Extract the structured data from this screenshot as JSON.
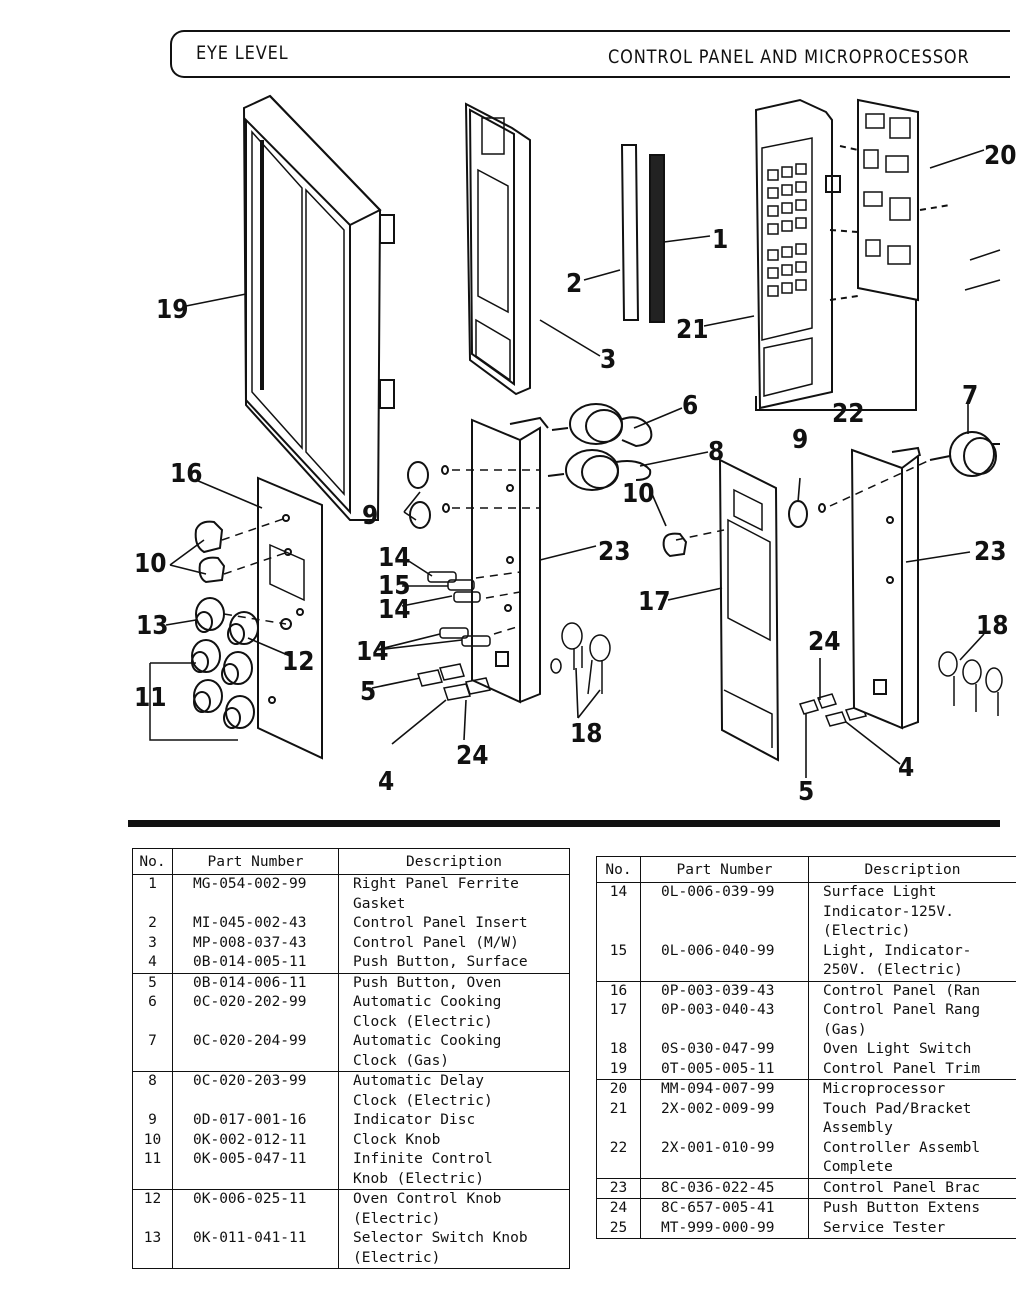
{
  "header": {
    "left": "EYE LEVEL",
    "right": "CONTROL PANEL AND MICROPROCESSOR"
  },
  "callouts": {
    "c1": "1",
    "c2": "2",
    "c3": "3",
    "c4a": "4",
    "c4b": "4",
    "c5a": "5",
    "c5b": "5",
    "c6": "6",
    "c7": "7",
    "c8": "8",
    "c9a": "9",
    "c9b": "9",
    "c10a": "10",
    "c10b": "10",
    "c11": "11",
    "c12": "12",
    "c13": "13",
    "c14a": "14",
    "c14b": "14",
    "c14c": "14",
    "c15": "15",
    "c16": "16",
    "c17": "17",
    "c18a": "18",
    "c18b": "18",
    "c19": "19",
    "c20": "20",
    "c21": "21",
    "c22": "22",
    "c23a": "23",
    "c23b": "23",
    "c24a": "24",
    "c24b": "24"
  },
  "table": {
    "headers": {
      "no": "No.",
      "part": "Part Number",
      "desc": "Description"
    },
    "left": [
      {
        "no": "1",
        "part": "MG-054-002-99",
        "desc": [
          "Right Panel Ferrite",
          "Gasket"
        ]
      },
      {
        "no": "2",
        "part": "MI-045-002-43",
        "desc": [
          "Control Panel Insert"
        ]
      },
      {
        "no": "3",
        "part": "MP-008-037-43",
        "desc": [
          "Control Panel (M/W)"
        ]
      },
      {
        "no": "4",
        "part": "0B-014-005-11",
        "desc": [
          "Push Button, Surface"
        ]
      },
      {
        "no": "5",
        "part": "0B-014-006-11",
        "desc": [
          "Push Button, Oven"
        ]
      },
      {
        "no": "6",
        "part": "0C-020-202-99",
        "desc": [
          "Automatic Cooking",
          "Clock (Electric)"
        ]
      },
      {
        "no": "7",
        "part": "0C-020-204-99",
        "desc": [
          "Automatic Cooking",
          "Clock (Gas)"
        ]
      },
      {
        "no": "8",
        "part": "0C-020-203-99",
        "desc": [
          "Automatic Delay",
          "Clock (Electric)"
        ]
      },
      {
        "no": "9",
        "part": "0D-017-001-16",
        "desc": [
          "Indicator Disc"
        ]
      },
      {
        "no": "10",
        "part": "0K-002-012-11",
        "desc": [
          "Clock Knob"
        ]
      },
      {
        "no": "11",
        "part": "0K-005-047-11",
        "desc": [
          "Infinite Control",
          "Knob (Electric)"
        ]
      },
      {
        "no": "12",
        "part": "0K-006-025-11",
        "desc": [
          "Oven Control Knob",
          "(Electric)"
        ]
      },
      {
        "no": "13",
        "part": "0K-011-041-11",
        "desc": [
          "Selector Switch Knob",
          "(Electric)"
        ]
      }
    ],
    "right": [
      {
        "no": "14",
        "part": "0L-006-039-99",
        "desc": [
          "Surface Light",
          "Indicator-125V.",
          "(Electric)"
        ]
      },
      {
        "no": "15",
        "part": "0L-006-040-99",
        "desc": [
          "Light, Indicator-",
          "250V. (Electric)"
        ]
      },
      {
        "no": "16",
        "part": "0P-003-039-43",
        "desc": [
          "Control Panel (Ran"
        ]
      },
      {
        "no": "17",
        "part": "0P-003-040-43",
        "desc": [
          "Control Panel Rang",
          "(Gas)"
        ]
      },
      {
        "no": "18",
        "part": "0S-030-047-99",
        "desc": [
          "Oven Light Switch"
        ]
      },
      {
        "no": "19",
        "part": "0T-005-005-11",
        "desc": [
          "Control Panel Trim"
        ]
      },
      {
        "no": "20",
        "part": "MM-094-007-99",
        "desc": [
          "Microprocessor"
        ]
      },
      {
        "no": "21",
        "part": "2X-002-009-99",
        "desc": [
          "Touch Pad/Bracket",
          "Assembly"
        ]
      },
      {
        "no": "22",
        "part": "2X-001-010-99",
        "desc": [
          "Controller Assembl",
          "Complete"
        ]
      },
      {
        "no": "23",
        "part": "8C-036-022-45",
        "desc": [
          "Control Panel Brac"
        ]
      },
      {
        "no": "24",
        "part": "8C-657-005-41",
        "desc": [
          "Push Button Extens"
        ]
      },
      {
        "no": "25",
        "part": "MT-999-000-99",
        "desc": [
          "Service Tester"
        ]
      }
    ]
  }
}
